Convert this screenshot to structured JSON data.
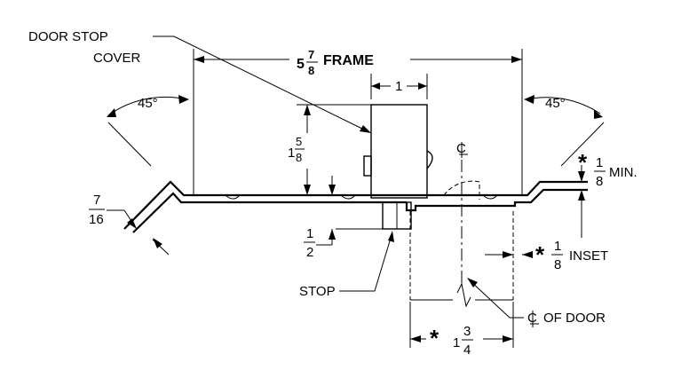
{
  "labels": {
    "door_stop_cover_line1": "DOOR STOP",
    "door_stop_cover_line2": "COVER",
    "frame_whole": "5",
    "frame_num": "7",
    "frame_den": "8",
    "frame_word": "FRAME",
    "dim_1": "1",
    "angle_left": "45°",
    "angle_right": "45°",
    "height_whole": "1",
    "height_num": "5",
    "height_den": "8",
    "thick_num": "7",
    "thick_den": "16",
    "min_star": "*",
    "min_num": "1",
    "min_den": "8",
    "min_word": "MIN.",
    "stop_num": "1",
    "stop_den": "2",
    "stop_word": "STOP",
    "inset_star": "*",
    "inset_num": "1",
    "inset_den": "8",
    "inset_word": "INSET",
    "door_cl_word": "OF DOOR",
    "width_star": "*",
    "width_whole": "1",
    "width_num": "3",
    "width_den": "4"
  }
}
